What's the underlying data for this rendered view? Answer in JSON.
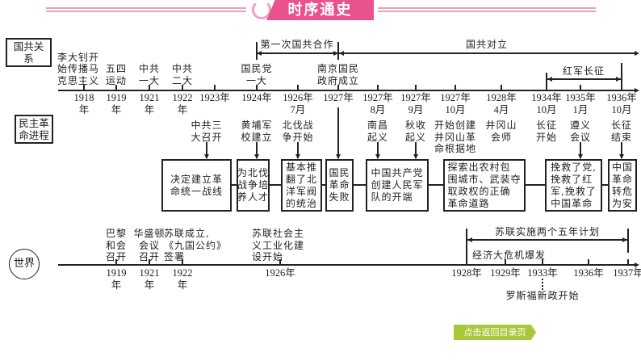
{
  "header": {
    "title": "时序通史",
    "accent": "#e9518f"
  },
  "top": {
    "label": "国共关系",
    "periods": [
      {
        "label": "第一次国共合作"
      },
      {
        "label": "国共对立"
      },
      {
        "label": "红军长征"
      }
    ],
    "events": [
      "李大钊开\n始传播马\n克思主义",
      "五四\n运动",
      "中共\n一大",
      "中共\n二大",
      "国民党\n一大",
      "南京国民\n政府成立"
    ],
    "years": [
      "1918\n年",
      "1919\n年",
      "1921\n年",
      "1922\n年",
      "1923年",
      "1924年",
      "1926年\n7月",
      "1927年",
      "1927年\n8月",
      "1927年\n9月",
      "1927年\n10月",
      "1928年\n4月",
      "1934年\n10月",
      "1935年\n1月",
      "1936年\n10月"
    ]
  },
  "revolution": {
    "label": "民主革\n命进程",
    "events": [
      "中共三\n大召开",
      "黄埔军\n校建立",
      "北伐战\n争开始",
      "南昌\n起义",
      "秋收\n起义",
      "开始创建\n井冈山革\n命根据地",
      "井冈山\n会师",
      "长征\n开始",
      "遵义\n会议",
      "长征\n结束"
    ],
    "boxes": [
      "决定建立革\n命统一战线",
      "为北伐\n战争培\n养人才",
      "基本推\n翻了北\n洋军阀\n的统治",
      "国民\n革命\n失败",
      "中国共产党\n创建人民军\n队的开端",
      "探索出农村包\n围城市、武装夺\n取政权的正确\n革命道路",
      "挽救了党,\n挽救了红\n军,挽救了\n中国革命",
      "中国\n革命\n转危\n为安"
    ]
  },
  "world": {
    "label": "世界",
    "events": [
      "巴黎\n和会\n召开",
      "华盛顿\n会议\n召开",
      "苏联成立,\n《九国公约》\n签署",
      "苏联社会主\n义工业化建\n设开始",
      "经济大危机爆发",
      "罗斯福新政开始"
    ],
    "period": "苏联实施两个五年计划",
    "years": [
      "1919\n年",
      "1921\n年",
      "1922\n年",
      "1926年",
      "1928年",
      "1929年",
      "1933年",
      "1936年",
      "1937年"
    ]
  },
  "nav": {
    "back_button": "点击返回目录页",
    "button_color": "#a8c83a"
  }
}
